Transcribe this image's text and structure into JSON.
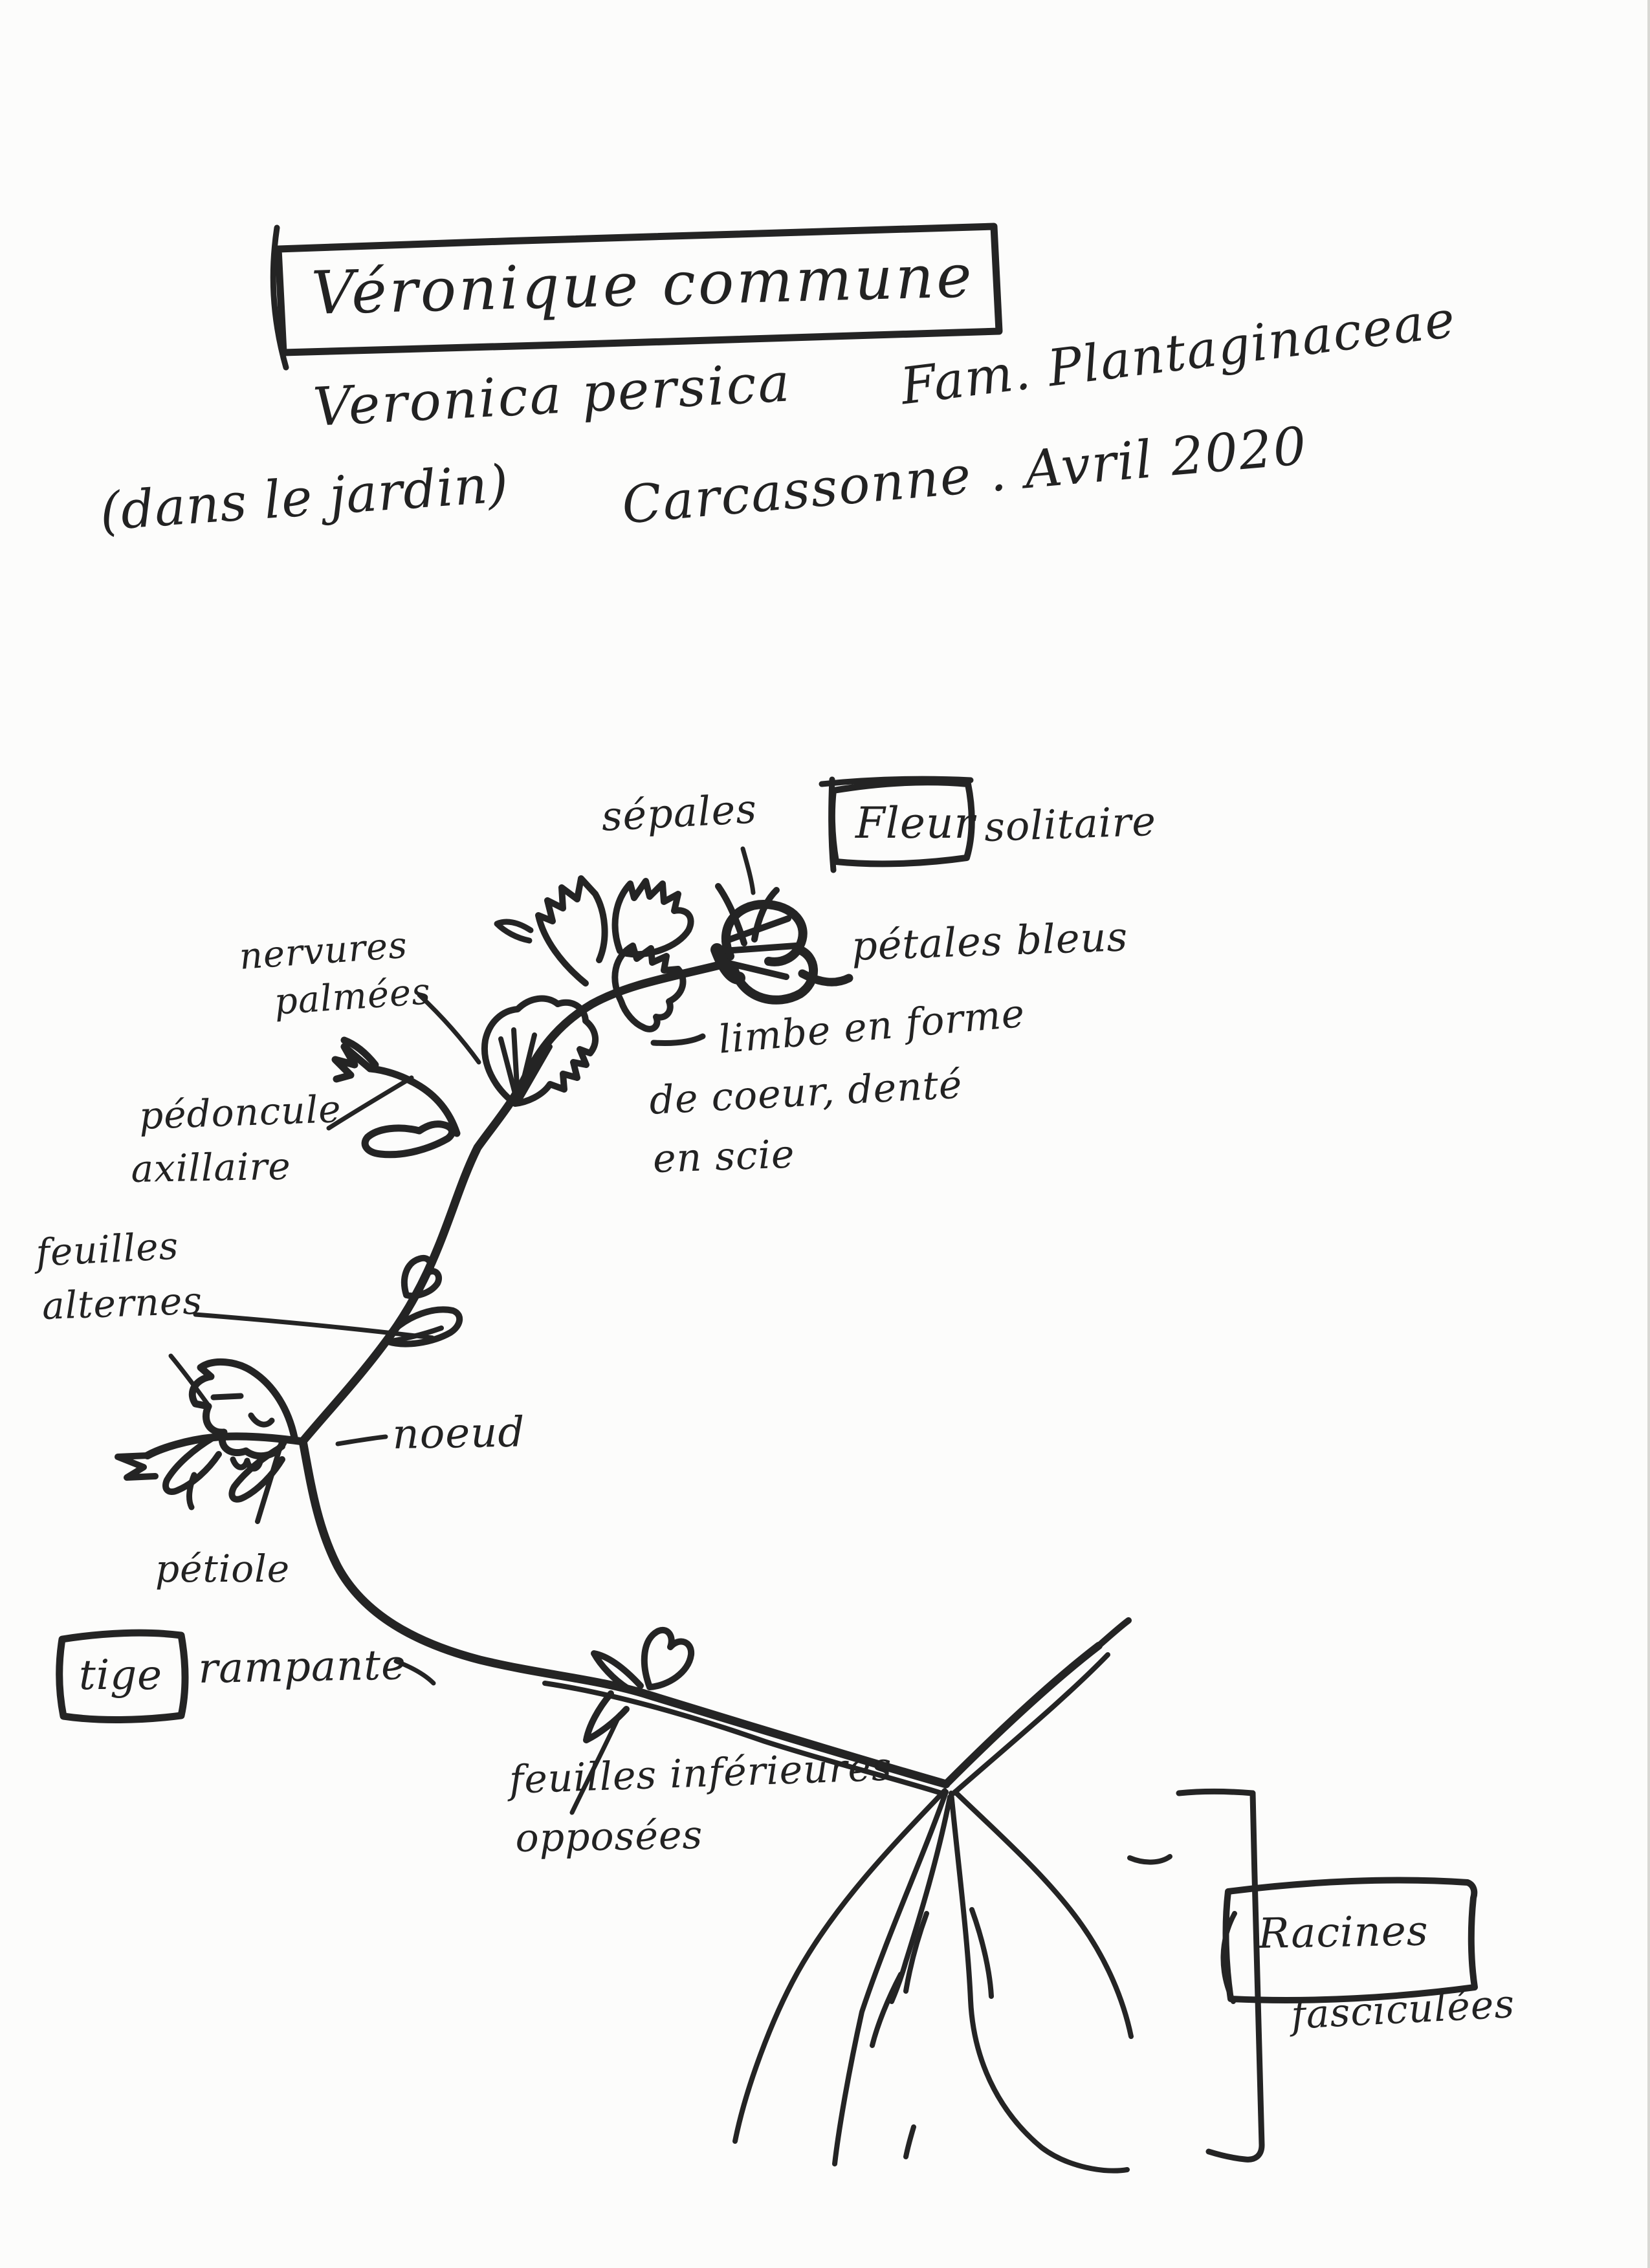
{
  "document": {
    "title": "Véronique commune",
    "species": "Veronica persica",
    "family": "Fam. Plantaginaceae",
    "location_note": "(dans le jardin)",
    "place_date": "Carcassonne . Avril 2020"
  },
  "annotations": {
    "sepales": "sépales",
    "fleur": "Fleur",
    "solitaire": "solitaire",
    "petales_bleus": "pétales bleus",
    "nervures_line1": "nervures",
    "nervures_line2": "palmées",
    "limbe_line1": "limbe en forme",
    "limbe_line2": "de coeur, denté",
    "limbe_line3": "en scie",
    "pedoncule_line1": "pédoncule",
    "pedoncule_line2": "axillaire",
    "feuilles_alternes_line1": "feuilles",
    "feuilles_alternes_line2": "alternes",
    "noeud": "noeud",
    "petiole": "pétiole",
    "tige": "tige",
    "rampante": "rampante",
    "feuilles_inferieures_line1": "feuilles inférieures",
    "feuilles_inferieures_line2": "opposées",
    "racines": "Racines",
    "fasciculees": "fasciculées"
  },
  "style": {
    "ink_color": "#222222",
    "paper_color": "#fcfcfb"
  }
}
